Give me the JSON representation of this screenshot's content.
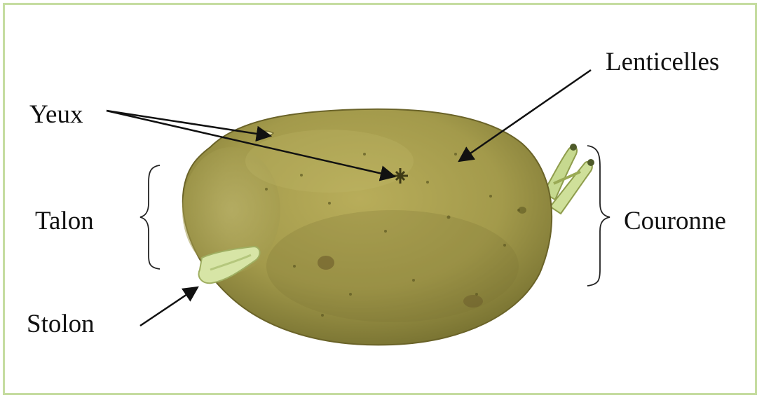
{
  "labels": {
    "yeux": "Yeux",
    "talon": "Talon",
    "stolon": "Stolon",
    "lenticelles": "Lenticelles",
    "couronne": "Couronne"
  },
  "colors": {
    "frame_border": "#c5dca0",
    "tuber_light": "#b8ad5a",
    "tuber_mid": "#9c9344",
    "tuber_dark": "#6f6a2c",
    "sprout": "#d7e5a6",
    "annotation": "#111111"
  }
}
